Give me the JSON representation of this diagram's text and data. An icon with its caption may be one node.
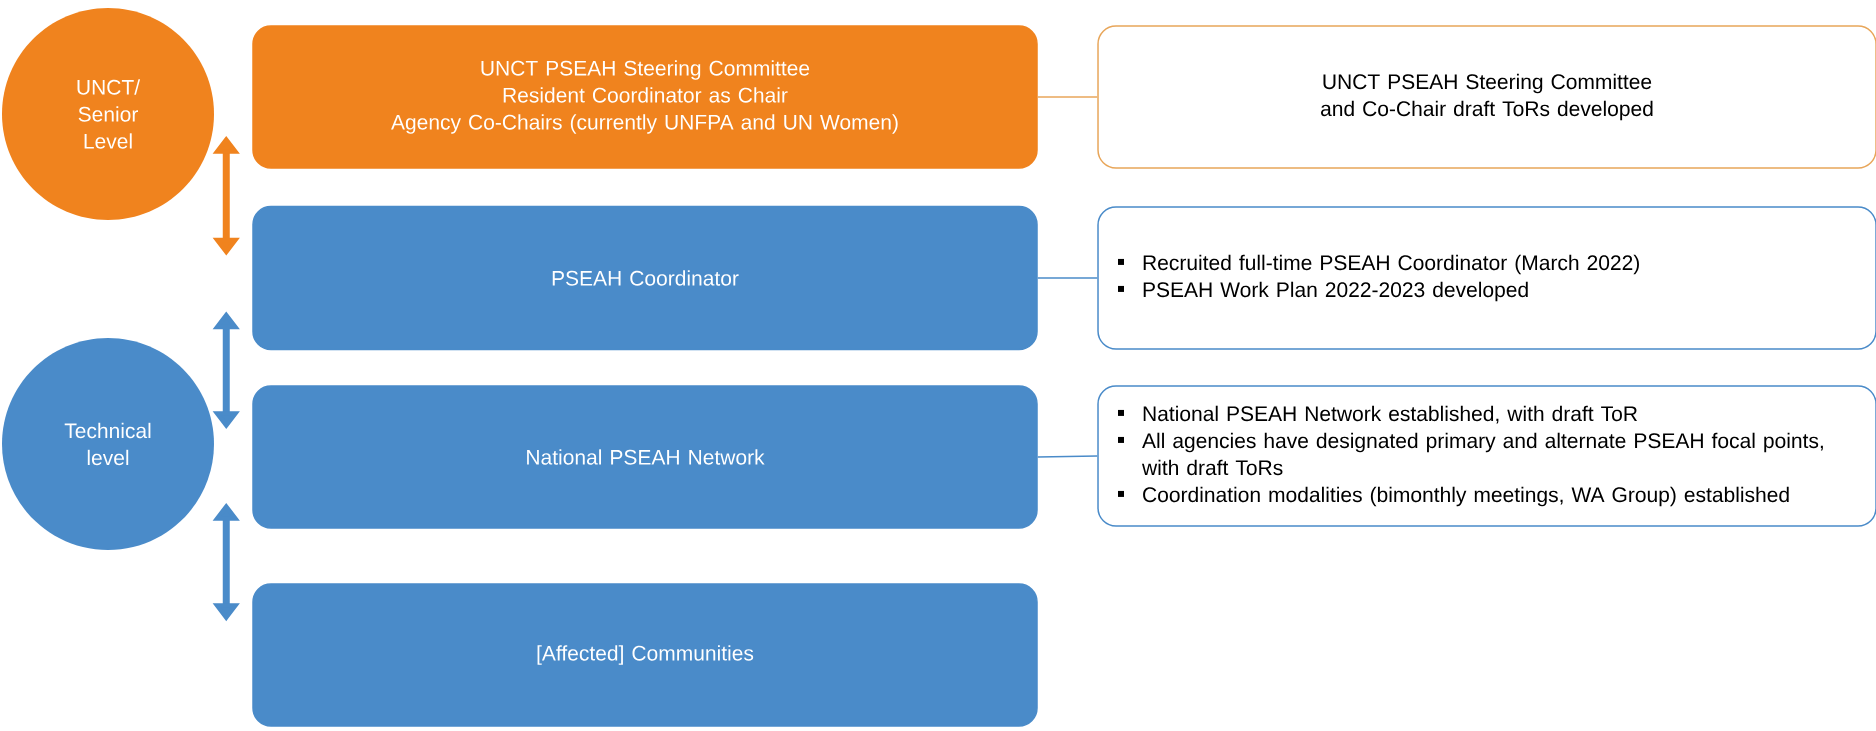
{
  "diagram": {
    "nodes": [
      {
        "text": [
          "UNCT/ Senior Level"
        ]
      },
      {
        "text": [
          "Technical level"
        ]
      },
      {
        "text": [
          "UNCT PSEAH Steering Committee",
          "Resident Coordinator as Chair",
          "Agency Co-Chairs (currently UNFPA and UN Women)"
        ]
      },
      {
        "text": [
          "PSEAH Coordinator"
        ]
      },
      {
        "text": [
          "National PSEAH Network"
        ]
      },
      {
        "text": [
          "[Affected] Communities"
        ]
      },
      {
        "text": [
          "UNCT PSEAH Steering Committee and Co-Chair draft ToRs developed"
        ]
      },
      {
        "text": [
          "Recruited full-time PSEAH Coordinator (March 2022)",
          "PSEAH Work Plan 2022-2023 developed"
        ]
      },
      {
        "text": [
          "National PSEAH Network established, with draft ToR",
          "All agencies have designated primary and alternate PSEAH focal points, with draft ToRs",
          "Coordination modalities (bimonthly meetings, WA Group) established"
        ]
      }
    ],
    "edges": [
      {
        "from": 2,
        "to": 3,
        "arrow": "both",
        "style": "thick",
        "color": "#f0831e"
      },
      {
        "from": 3,
        "to": 4,
        "arrow": "both",
        "style": "thick"
      },
      {
        "from": 4,
        "to": 5,
        "arrow": "both",
        "style": "thick"
      },
      {
        "from": 2,
        "to": 6,
        "arrow": "none",
        "color": "#e8a65a"
      },
      {
        "from": 3,
        "to": 7,
        "arrow": "none"
      },
      {
        "from": 4,
        "to": 8,
        "arrow": "none"
      }
    ]
  }
}
